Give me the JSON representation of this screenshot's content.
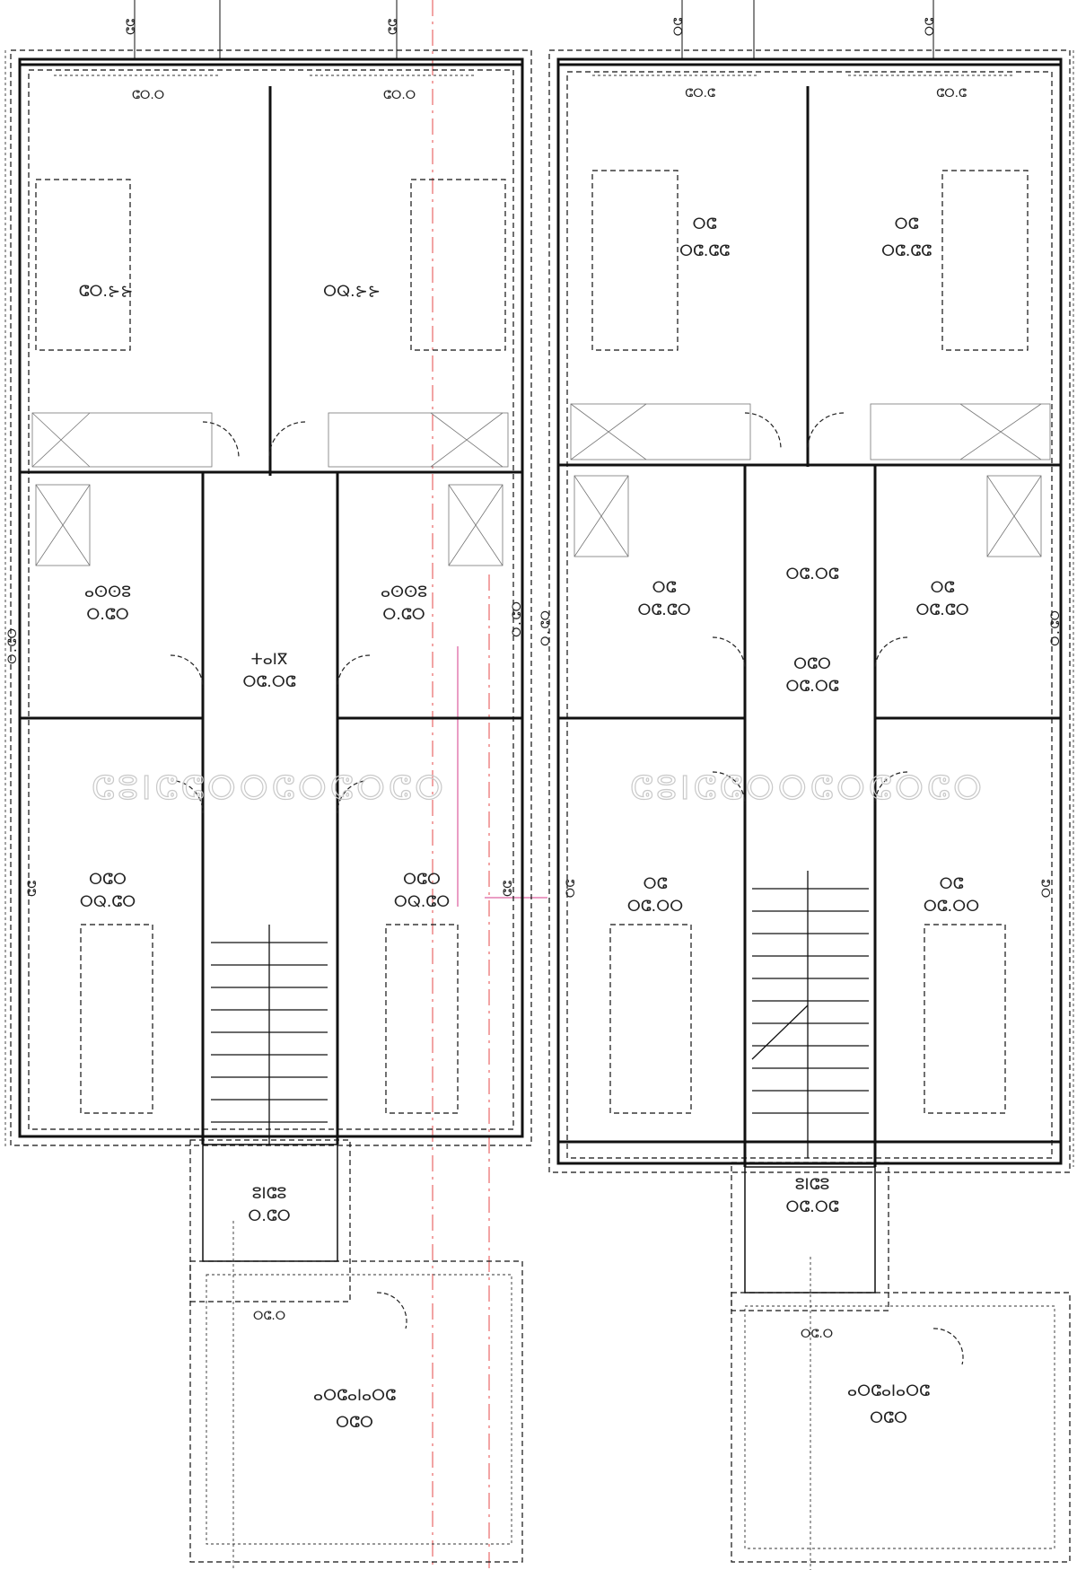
{
  "drawing": {
    "left_unit": {
      "rooms": [
        {
          "id": "L-room-top-left",
          "label": "",
          "area": "",
          "raw_text": "ⵛⵔ.⊱⊱"
        },
        {
          "id": "L-room-top-right",
          "label": "",
          "area": "",
          "raw_text": "ⵔⵕ.⊱⊱"
        },
        {
          "id": "L-bath-left",
          "label": "ⴰⵙⵙⵓ",
          "area": "ⵔ.ⵛⵔ"
        },
        {
          "id": "L-bath-right",
          "label": "ⴰⵙⵙⵓ",
          "area": "ⵔ.ⵛⵔ"
        },
        {
          "id": "L-hall",
          "label": "ⵜⴰⵏⴳ",
          "area": "ⵔⵛ.ⵔⵛ"
        },
        {
          "id": "L-room-bottom-left",
          "label": "ⵔⵛⵔ",
          "area": "ⵔⵕ.ⵛⵔ"
        },
        {
          "id": "L-room-bottom-right",
          "label": "ⵔⵛⵔ",
          "area": "ⵔⵕ.ⵛⵔ"
        },
        {
          "id": "L-entry",
          "label": "ⵓⵏⵛⵓ",
          "area": "ⵔ.ⵛⵔ"
        },
        {
          "id": "L-garden",
          "label": "ⴰⵔⵛⴰⵏⴰⵔⵛ",
          "area": "ⵔⵛⵔ"
        }
      ],
      "dimensions": [
        "ⵛⵛ",
        "ⵛⵛ",
        "ⵛⵔ.ⵔ",
        "ⵛⵔ.ⵔ",
        "ⵔ.ⵛⵔ",
        "ⵔ.ⵛⵔ",
        "ⵛⵛ",
        "ⵛⵛ",
        "ⵔⵛ.ⵔ"
      ]
    },
    "right_unit": {
      "rooms": [
        {
          "id": "R-room-top-left",
          "label": "ⵔⵛ",
          "area": "ⵔⵛ.ⵛⵛ"
        },
        {
          "id": "R-room-top-right",
          "label": "ⵔⵛ",
          "area": "ⵔⵛ.ⵛⵛ"
        },
        {
          "id": "R-bath-left",
          "label": "ⵔⵛ",
          "area": "ⵔⵛ.ⵛⵔ"
        },
        {
          "id": "R-bath-right",
          "label": "ⵔⵛ",
          "area": "ⵔⵛ.ⵛⵔ"
        },
        {
          "id": "R-hall",
          "label": "ⵔⵛⵔ",
          "area": "ⵔⵛ.ⵔⵛ"
        },
        {
          "id": "R-landing",
          "label": "",
          "area": "ⵔⵛ.ⵔⵛ"
        },
        {
          "id": "R-room-bottom-left",
          "label": "ⵔⵛ",
          "area": "ⵔⵛ.ⵔⵔ"
        },
        {
          "id": "R-room-bottom-right",
          "label": "ⵔⵛ",
          "area": "ⵔⵛ.ⵔⵔ"
        },
        {
          "id": "R-entry",
          "label": "ⵓⵏⵛⵓ",
          "area": "ⵔⵛ.ⵔⵛ"
        },
        {
          "id": "R-garden",
          "label": "ⴰⵔⵛⴰⵏⴰⵔⵛ",
          "area": "ⵔⵛⵔ"
        }
      ],
      "dimensions": [
        "ⵔⵛ",
        "ⵔⵛ",
        "ⵛⵔ.ⵛ",
        "ⵛⵔ.ⵛ",
        "ⵔ.ⵛⵔ",
        "ⵔ.ⵛⵔ",
        "ⵔⵛ",
        "ⵔⵛ",
        "ⵔⵛ.ⵔ"
      ]
    },
    "watermark_left": "ⵛⵓⵏⵛⵛⵔⵔⵛⵔⵛⵔⵛⵔ",
    "watermark_right": "ⵛⵓⵏⵛⵛⵔⵔⵛⵔⵛⵔⵛⵔ"
  },
  "colors": {
    "ink": "#111111",
    "axis_red": "#e64a4a",
    "axis_pink": "#d63b8a",
    "watermark": "#c9c9c9"
  }
}
